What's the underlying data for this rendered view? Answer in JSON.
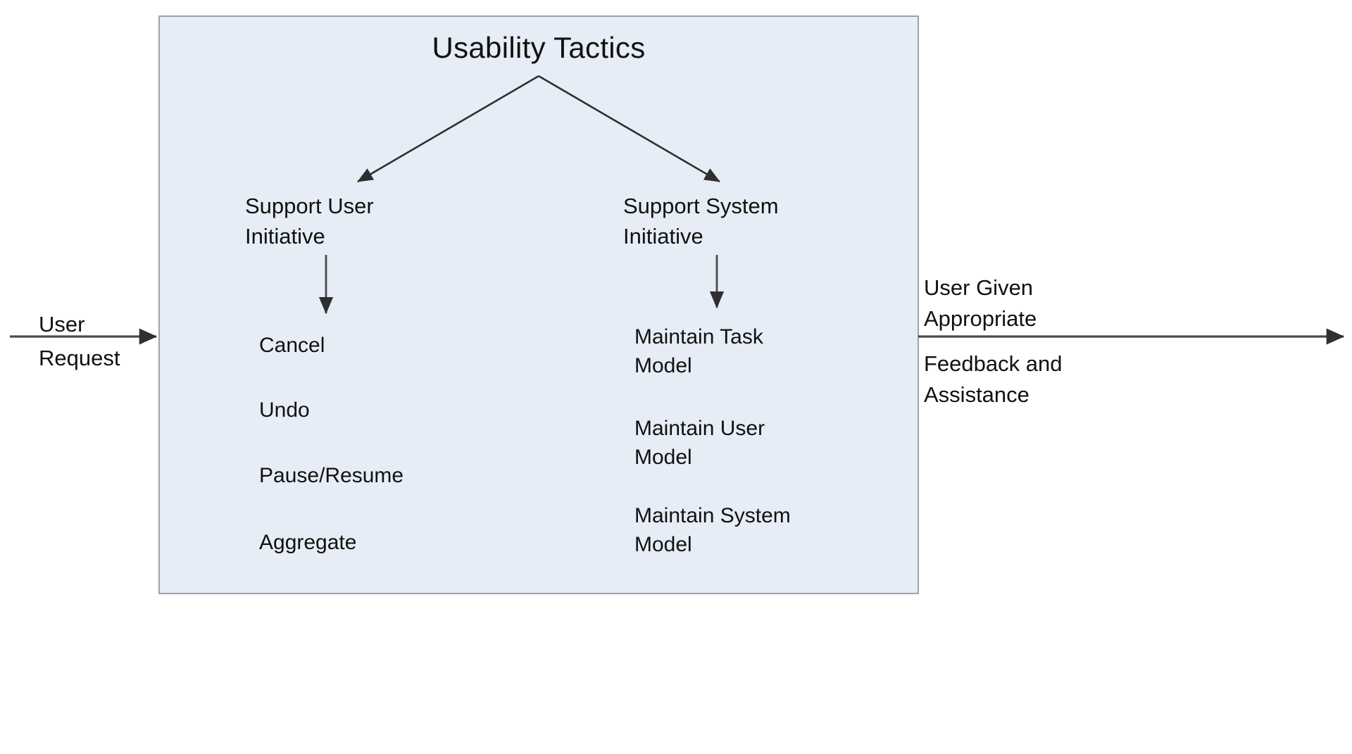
{
  "diagram": {
    "title": "Usability Tactics",
    "box_fill_color": "#e7edf6",
    "box_border_color": "#9aa3ad",
    "text_color": "#111111",
    "connector_color": "#3a3a3a"
  },
  "input": {
    "line1": "User",
    "line2": "Request"
  },
  "output": {
    "line1": "User Given",
    "line2": "Appropriate",
    "line3": "Feedback and",
    "line4": "Assistance"
  },
  "branches": [
    {
      "id": "support-user-initiative",
      "label_line1": "Support User",
      "label_line2": "Initiative",
      "tactics": [
        {
          "id": "cancel",
          "label": "Cancel"
        },
        {
          "id": "undo",
          "label": "Undo"
        },
        {
          "id": "pause-resume",
          "label": "Pause/Resume"
        },
        {
          "id": "aggregate",
          "label": "Aggregate"
        }
      ]
    },
    {
      "id": "support-system-initiative",
      "label_line1": "Support System",
      "label_line2": "Initiative",
      "tactics": [
        {
          "id": "maintain-task-model",
          "label_line1": "Maintain Task",
          "label_line2": "Model"
        },
        {
          "id": "maintain-user-model",
          "label_line1": "Maintain User",
          "label_line2": "Model"
        },
        {
          "id": "maintain-system-model",
          "label_line1": "Maintain System",
          "label_line2": "Model"
        }
      ]
    }
  ]
}
